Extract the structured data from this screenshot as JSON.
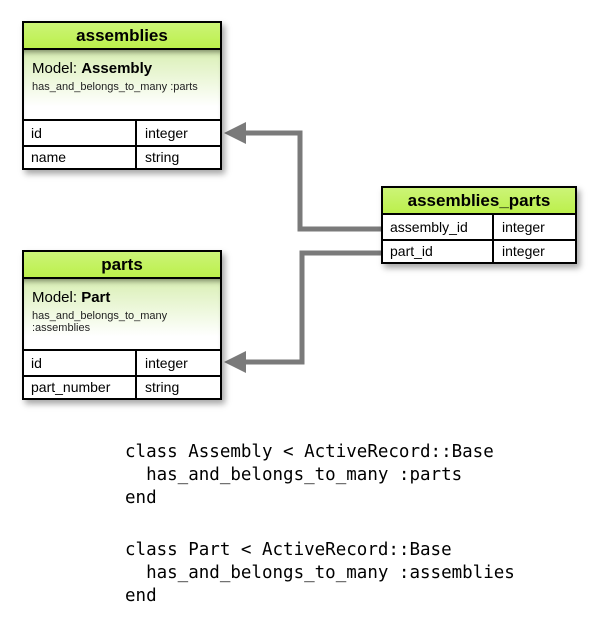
{
  "diagram": {
    "tables": [
      {
        "title": "assemblies",
        "model_label": "Model:",
        "model_name": "Assembly",
        "association": "has_and_belongs_to_many :parts",
        "columns": [
          {
            "name": "id",
            "type": "integer"
          },
          {
            "name": "name",
            "type": "string"
          }
        ]
      },
      {
        "title": "parts",
        "model_label": "Model:",
        "model_name": "Part",
        "association": "has_and_belongs_to_many :assemblies",
        "columns": [
          {
            "name": "id",
            "type": "integer"
          },
          {
            "name": "part_number",
            "type": "string"
          }
        ]
      },
      {
        "title": "assemblies_parts",
        "columns": [
          {
            "name": "assembly_id",
            "type": "integer"
          },
          {
            "name": "part_id",
            "type": "integer"
          }
        ]
      }
    ],
    "colors": {
      "header_green": "#c3f25c",
      "model_gradient_top": "#d9efb4",
      "arrow": "#7a7a7a",
      "border": "#000000"
    }
  },
  "code": {
    "block1": [
      "class Assembly < ActiveRecord::Base",
      "  has_and_belongs_to_many :parts",
      "end"
    ],
    "block2": [
      "class Part < ActiveRecord::Base",
      "  has_and_belongs_to_many :assemblies",
      "end"
    ]
  }
}
